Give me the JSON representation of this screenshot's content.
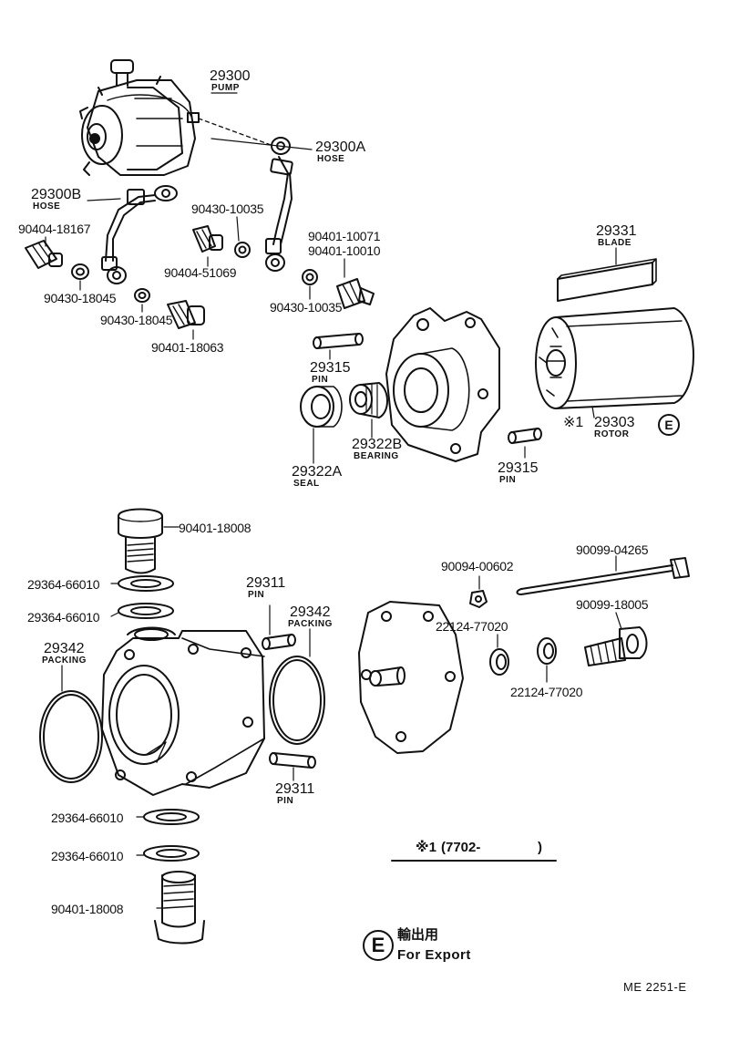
{
  "parts": {
    "pump": {
      "number": "29300",
      "name": "PUMP"
    },
    "hose_a": {
      "number": "29300A",
      "name": "HOSE"
    },
    "hose_b": {
      "number": "29300B",
      "name": "HOSE"
    },
    "p90404_18167": "90404-18167",
    "p90430_10035_a": "90430-10035",
    "p90430_18045_a": "90430-18045",
    "p90430_18045_b": "90430-18045",
    "p90404_51069": "90404-51069",
    "p90401_18063": "90401-18063",
    "p90401_10071": "90401-10071",
    "p90401_10010": "90401-10010",
    "p90430_10035_b": "90430-10035",
    "blade": {
      "number": "29331",
      "name": "BLADE"
    },
    "rotor": {
      "mark": "※1",
      "number": "29303",
      "name": "ROTOR"
    },
    "pin_29315_a": {
      "number": "29315",
      "name": "PIN"
    },
    "pin_29315_b": {
      "number": "29315",
      "name": "PIN"
    },
    "seal": {
      "number": "29322A",
      "name": "SEAL"
    },
    "bearing": {
      "number": "29322B",
      "name": "BEARING"
    },
    "p90401_18008_a": "90401-18008",
    "p29364_66010_a": "29364-66010",
    "p29364_66010_b": "29364-66010",
    "pin_29311_a": {
      "number": "29311",
      "name": "PIN"
    },
    "packing_a": {
      "number": "29342",
      "name": "PACKING"
    },
    "packing_b": {
      "number": "29342",
      "name": "PACKING"
    },
    "pin_29311_b": {
      "number": "29311",
      "name": "PIN"
    },
    "p29364_66010_c": "29364-66010",
    "p29364_66010_d": "29364-66010",
    "p90401_18008_b": "90401-18008",
    "p90094_00602": "90094-00602",
    "p90099_04265": "90099-04265",
    "p90099_18005": "90099-18005",
    "p22124_77020_a": "22124-77020",
    "p22124_77020_b": "22124-77020"
  },
  "legend": {
    "note_mark": "※1",
    "note_range": "(7702-",
    "note_close": ")",
    "export_badge": "E",
    "export_jp": "輸出用",
    "export_en": "For Export"
  },
  "export_marker": "E",
  "ref_code": "ME  2251-E"
}
